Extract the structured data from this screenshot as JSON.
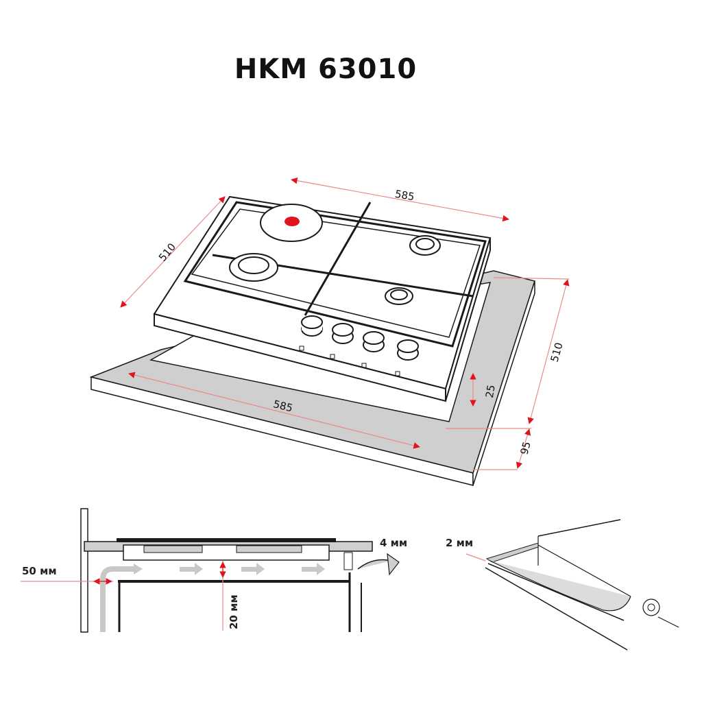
{
  "title": "HKM 63010",
  "colors": {
    "accent_red": "#e0141e",
    "dimension_line": "#e88a8a",
    "countertop_gray": "#cfcfcf",
    "airflow_gray": "#c8c8c8",
    "outline": "#1a1a1a"
  },
  "hob_dimensions": {
    "top_width": "585",
    "top_depth": "510"
  },
  "cutout_dimensions": {
    "width": "585",
    "depth": "510",
    "height": "25",
    "front_margin": "95"
  },
  "installation_section": {
    "wall_gap": "50 мм",
    "air_gap": "20 мм",
    "vent_gap": "4 мм"
  },
  "seal_detail": {
    "seal_thickness": "2 мм"
  },
  "hob": {
    "burners": [
      "electric-hotplate",
      "gas-burner-large",
      "gas-burner-medium",
      "gas-burner-small"
    ],
    "knobs": 4
  }
}
